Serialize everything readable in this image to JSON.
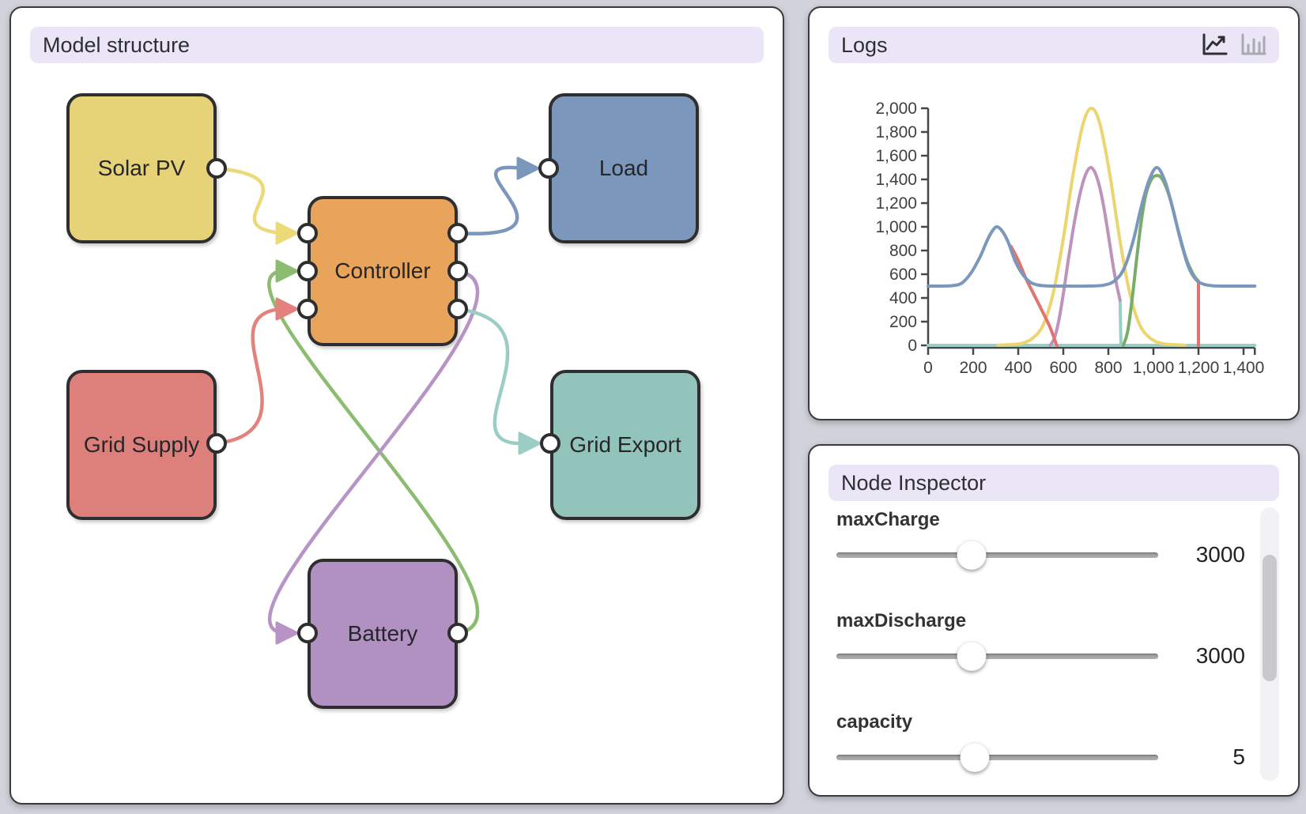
{
  "colors": {
    "page_bg": "#d2d2da",
    "panel_bg": "#ffffff",
    "panel_border": "#3b3b3f",
    "header_bg": "#ebe5f8",
    "text": "#2f2f33",
    "muted_icon": "#a9a9b0",
    "node_border": "#2e2e31",
    "node_solar": "#e7d377",
    "node_load": "#7b97bb",
    "node_controller": "#e9a45c",
    "node_grid_supply": "#dd7f7a",
    "node_grid_export": "#93c4bc",
    "node_battery": "#b191c1",
    "edge_solar": "#ecd978",
    "edge_load": "#7b97bb",
    "edge_battery_out": "#8cbb72",
    "edge_grid_supply": "#e3827c",
    "edge_battery_in": "#b794c5",
    "edge_grid_export": "#9ccdc5",
    "scrollbar_track": "#f2f2f4",
    "scrollbar_thumb": "#c9c9cd"
  },
  "model_structure": {
    "title": "Model structure",
    "nodes": {
      "solar": {
        "label": "Solar PV"
      },
      "load": {
        "label": "Load"
      },
      "controller": {
        "label": "Controller"
      },
      "grid_supply": {
        "label": "Grid Supply"
      },
      "grid_export": {
        "label": "Grid Export"
      },
      "battery": {
        "label": "Battery"
      }
    },
    "edges": [
      {
        "from": "Solar PV",
        "to": "Controller",
        "color_key": "edge_solar"
      },
      {
        "from": "Controller",
        "to": "Load",
        "color_key": "edge_load"
      },
      {
        "from": "Battery",
        "to": "Controller",
        "color_key": "edge_battery_out"
      },
      {
        "from": "Grid Supply",
        "to": "Controller",
        "color_key": "edge_grid_supply"
      },
      {
        "from": "Controller",
        "to": "Battery",
        "color_key": "edge_battery_in"
      },
      {
        "from": "Controller",
        "to": "Grid Export",
        "color_key": "edge_grid_export"
      }
    ]
  },
  "logs": {
    "title": "Logs",
    "icons": [
      {
        "name": "line-chart-icon",
        "active": true
      },
      {
        "name": "bar-chart-icon",
        "active": false
      }
    ]
  },
  "chart_data": {
    "type": "line",
    "title": "",
    "xlabel": "",
    "ylabel": "",
    "grid": false,
    "legend": false,
    "x_range": [
      0,
      1450
    ],
    "y_range": [
      0,
      2000
    ],
    "x_ticks": [
      0,
      200,
      400,
      600,
      800,
      1000,
      1200,
      1400
    ],
    "x_tick_labels": [
      "0",
      "200",
      "400",
      "600",
      "800",
      "1,000",
      "1,200",
      "1,400"
    ],
    "x_axis_end_tick": 1450,
    "y_ticks": [
      0,
      200,
      400,
      600,
      800,
      1000,
      1200,
      1400,
      1600,
      1800,
      2000
    ],
    "y_tick_labels": [
      "0",
      "200",
      "400",
      "600",
      "800",
      "1,000",
      "1,200",
      "1,400",
      "1,600",
      "1,800",
      "2,000"
    ],
    "series": [
      {
        "name": "teal",
        "color": "#9bcdc5",
        "segments": [
          [
            [
              0,
              0
            ],
            [
              1450,
              0
            ]
          ],
          [
            [
              852,
              372
            ],
            [
              856,
              0
            ]
          ]
        ]
      },
      {
        "name": "yellow",
        "color": "#ecd56e",
        "segments": [
          [
            [
              310,
              2
            ],
            [
              360,
              6
            ],
            [
              410,
              15
            ],
            [
              460,
              55
            ],
            [
              510,
              170
            ],
            [
              555,
              440
            ],
            [
              600,
              900
            ],
            [
              645,
              1460
            ],
            [
              688,
              1870
            ],
            [
              725,
              2000
            ],
            [
              762,
              1870
            ],
            [
              805,
              1460
            ],
            [
              850,
              900
            ],
            [
              895,
              440
            ],
            [
              940,
              170
            ],
            [
              990,
              55
            ],
            [
              1040,
              15
            ],
            [
              1090,
              6
            ],
            [
              1140,
              2
            ]
          ]
        ]
      },
      {
        "name": "green",
        "color": "#77ad68",
        "segments": [
          [
            [
              866,
              0
            ],
            [
              885,
              110
            ],
            [
              905,
              380
            ],
            [
              925,
              720
            ],
            [
              945,
              1030
            ],
            [
              965,
              1260
            ],
            [
              988,
              1390
            ],
            [
              1012,
              1432
            ],
            [
              1040,
              1400
            ],
            [
              1075,
              1230
            ],
            [
              1110,
              970
            ],
            [
              1145,
              735
            ],
            [
              1175,
              605
            ],
            [
              1200,
              540
            ]
          ],
          [
            [
              1200,
              540
            ],
            [
              1200,
              0
            ]
          ]
        ]
      },
      {
        "name": "purple",
        "color": "#bd93be",
        "segments": [
          [
            [
              542,
              0
            ],
            [
              562,
              70
            ],
            [
              582,
              230
            ],
            [
              602,
              460
            ],
            [
              622,
              720
            ],
            [
              642,
              960
            ],
            [
              662,
              1170
            ],
            [
              682,
              1340
            ],
            [
              702,
              1455
            ],
            [
              722,
              1500
            ],
            [
              742,
              1452
            ],
            [
              762,
              1330
            ],
            [
              782,
              1140
            ],
            [
              802,
              905
            ],
            [
              822,
              660
            ],
            [
              838,
              500
            ],
            [
              852,
              380
            ]
          ]
        ]
      },
      {
        "name": "red",
        "color": "#e0756f",
        "segments": [
          [
            [
              368,
              835
            ],
            [
              400,
              718
            ],
            [
              435,
              560
            ],
            [
              470,
              428
            ],
            [
              505,
              295
            ],
            [
              540,
              158
            ],
            [
              568,
              15
            ],
            [
              572,
              0
            ]
          ],
          [
            [
              1200,
              0
            ],
            [
              1200,
              540
            ]
          ]
        ]
      },
      {
        "name": "blue",
        "color": "#7b97bb",
        "segments": [
          [
            [
              0,
              500
            ],
            [
              60,
              500
            ],
            [
              110,
              504
            ],
            [
              150,
              526
            ],
            [
              190,
              610
            ],
            [
              230,
              745
            ],
            [
              262,
              885
            ],
            [
              285,
              965
            ],
            [
              305,
              1000
            ],
            [
              328,
              966
            ],
            [
              355,
              872
            ],
            [
              385,
              718
            ],
            [
              415,
              612
            ],
            [
              450,
              537
            ],
            [
              485,
              510
            ],
            [
              530,
              501
            ],
            [
              600,
              500
            ],
            [
              700,
              500
            ],
            [
              780,
              508
            ],
            [
              830,
              548
            ],
            [
              870,
              650
            ],
            [
              910,
              880
            ],
            [
              945,
              1160
            ],
            [
              980,
              1390
            ],
            [
              1015,
              1500
            ],
            [
              1050,
              1392
            ],
            [
              1085,
              1160
            ],
            [
              1120,
              890
            ],
            [
              1155,
              665
            ],
            [
              1190,
              552
            ],
            [
              1225,
              515
            ],
            [
              1270,
              502
            ],
            [
              1340,
              500
            ],
            [
              1450,
              500
            ]
          ]
        ]
      }
    ]
  },
  "node_inspector": {
    "title": "Node Inspector",
    "fields": [
      {
        "name": "maxCharge",
        "value": "3000",
        "slider_pos": 0.42
      },
      {
        "name": "maxDischarge",
        "value": "3000",
        "slider_pos": 0.42
      },
      {
        "name": "capacity",
        "value": "5",
        "slider_pos": 0.43
      }
    ]
  }
}
